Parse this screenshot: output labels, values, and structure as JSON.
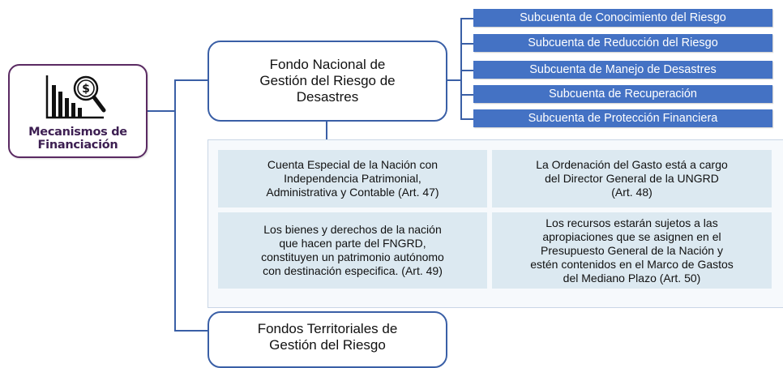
{
  "root": {
    "label": "Mecanismos de\nFinanciación",
    "icon": "financial-analysis-icon"
  },
  "funds": {
    "national": "Fondo Nacional de\nGestión del Riesgo de\nDesastres",
    "territorial": "Fondos Territoriales de\nGestión del Riesgo"
  },
  "subaccounts": [
    "Subcuenta de Conocimiento del Riesgo",
    "Subcuenta de Reducción del Riesgo",
    "Subcuenta de Manejo de Desastres",
    "Subcuenta de Recuperación",
    "Subcuenta de Protección Financiera"
  ],
  "articles": [
    "Cuenta Especial de la Nación con\nIndependencia Patrimonial,\nAdministrativa y Contable (Art. 47)",
    "La Ordenación del Gasto está a cargo\ndel Director General de la UNGRD\n(Art. 48)",
    "Los bienes y derechos de la nación\nque hacen parte del FNGRD,\nconstituyen un patrimonio autónomo\ncon destinación especifica. (Art. 49)",
    "Los recursos estarán sujetos a las\napropiaciones que se asignen en el\nPresupuesto General de la Nación y\nestén contenidos en el Marco de Gastos\ndel Mediano Plazo (Art. 50)"
  ],
  "colors": {
    "connector": "#3a5fa6",
    "subaccount_fill": "#4472c4",
    "root_border": "#5a2a62",
    "root_text": "#3d1f52",
    "article_fill": "#dce9f1"
  }
}
